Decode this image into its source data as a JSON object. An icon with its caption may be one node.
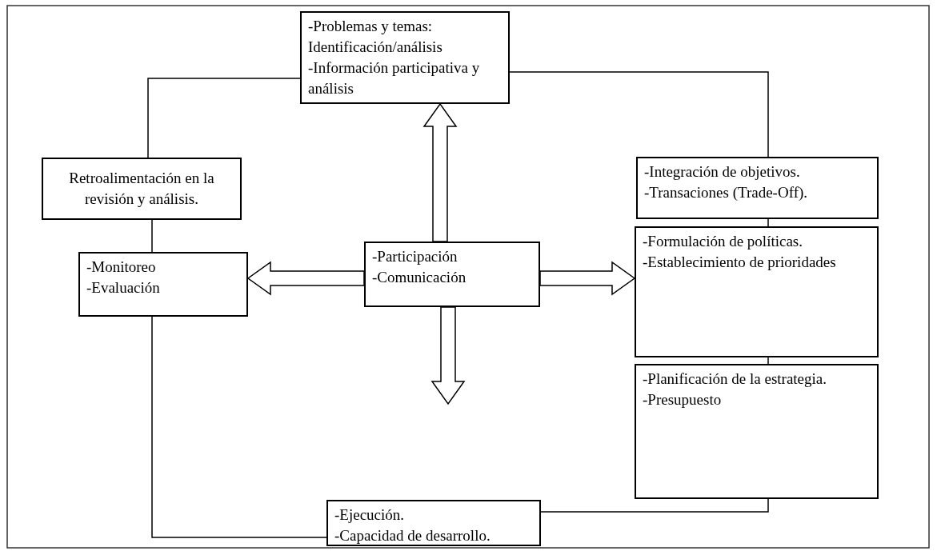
{
  "diagram": {
    "nodes": [
      {
        "text": [
          "-Problemas y temas: Identificación/análisis",
          "-Información participativa y análisis"
        ]
      },
      {
        "text": [
          "-Integración de objetivos.",
          "-Transaciones (Trade-Off)."
        ]
      },
      {
        "text": [
          "-Formulación de políticas.",
          "-Establecimiento de prioridades"
        ]
      },
      {
        "text": [
          "-Planificación de la estrategia.",
          "-Presupuesto"
        ]
      },
      {
        "text": [
          "-Ejecución.",
          "-Capacidad de desarrollo."
        ]
      },
      {
        "text": [
          "-Monitoreo",
          "-Evaluación"
        ]
      },
      {
        "text": [
          "Retroalimentación en la revisión y análisis."
        ]
      },
      {
        "text": [
          "-Participación",
          "-Comunicación"
        ]
      }
    ],
    "edges": [
      {
        "from": 0,
        "to": 1,
        "arrow": "none"
      },
      {
        "from": 1,
        "to": 2,
        "arrow": "none"
      },
      {
        "from": 2,
        "to": 3,
        "arrow": "none"
      },
      {
        "from": 3,
        "to": 4,
        "arrow": "none"
      },
      {
        "from": 4,
        "to": 5,
        "arrow": "none"
      },
      {
        "from": 5,
        "to": 6,
        "arrow": "none"
      },
      {
        "from": 6,
        "to": 0,
        "arrow": "none"
      },
      {
        "from": 7,
        "to": 0,
        "arrow": "to"
      },
      {
        "from": 7,
        "to": 5,
        "arrow": "to"
      },
      {
        "from": 7,
        "to": 2,
        "arrow": "to"
      },
      {
        "from": 7,
        "to": null,
        "arrow": "to"
      }
    ]
  }
}
